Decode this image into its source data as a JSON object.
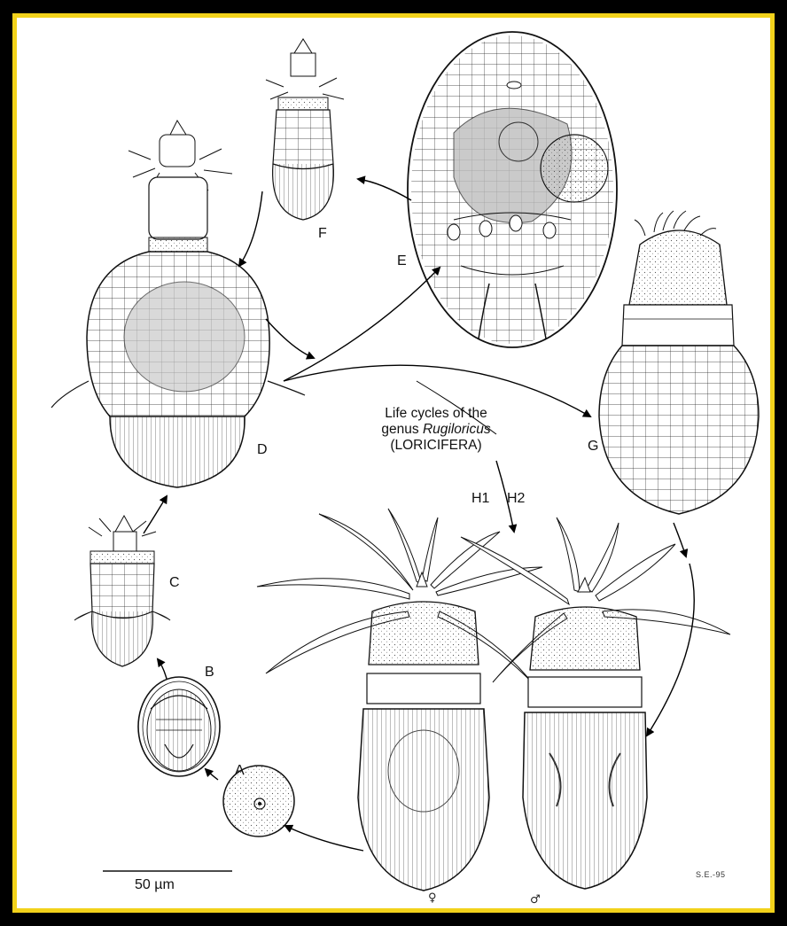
{
  "figure": {
    "caption_line1": "Life cycles of the",
    "caption_genus_prefix": "genus ",
    "caption_genus": "Rugiloricus",
    "caption_line3": "(LORICIFERA)",
    "scale_bar": "50 µm",
    "signature": "S.E.-95",
    "female_symbol": "♀",
    "male_symbol": "♂",
    "frame_color": "#f2d21b",
    "background_color": "#000000"
  },
  "stages": [
    {
      "id": "A",
      "label": "A"
    },
    {
      "id": "B",
      "label": "B"
    },
    {
      "id": "C",
      "label": "C"
    },
    {
      "id": "D",
      "label": "D"
    },
    {
      "id": "E",
      "label": "E"
    },
    {
      "id": "F",
      "label": "F"
    },
    {
      "id": "G",
      "label": "G"
    },
    {
      "id": "H1",
      "label": "H1"
    },
    {
      "id": "H2",
      "label": "H2"
    }
  ]
}
